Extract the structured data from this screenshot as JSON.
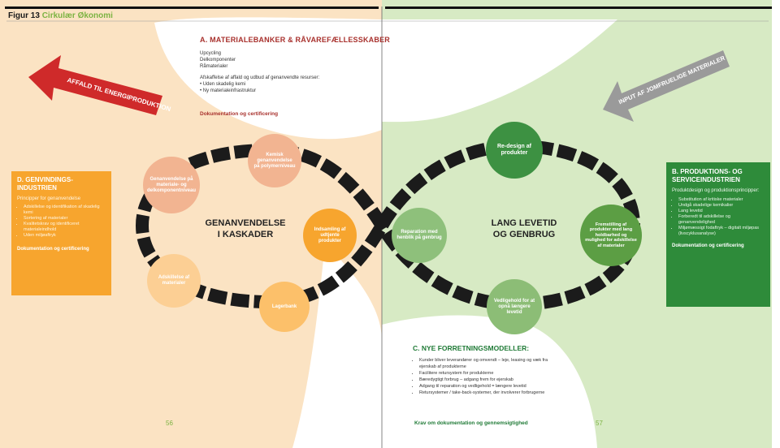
{
  "figure": {
    "label": "Figur 13",
    "title": "Cirkulær Økonomi"
  },
  "colors": {
    "left_bg": "#fbe3c3",
    "right_bg": "#d7eac4",
    "red_arrow": "#cf2a2a",
    "grey_arrow": "#9a9a9a",
    "orange_box": "#f7a52e",
    "green_box": "#2e8b3a",
    "dark_arrows": "#1b1b1b"
  },
  "section_a": {
    "heading": "A. MATERIALEBANKER & RÅVAREFÆLLESSKABER",
    "items": [
      "Upcycling",
      "Delkomponenter",
      "Råmaterialer"
    ],
    "avoid_text": "Afskaffelse af affald og udbud af genanvendte resurser:",
    "bullets": [
      "Uden skadelig kemi",
      "Ny materialeinfrastruktur"
    ],
    "doc": "Dokumentation og certificering"
  },
  "arrows": {
    "left": "AFFALD TIL ENERGIPRODUKTION",
    "right": "INPUT AF JOMFRUELIGE MATERIALER"
  },
  "section_d": {
    "heading_lines": [
      "D. GENVINDINGS-",
      "INDUSTRIEN"
    ],
    "subtitle": "Principper for genanvendelse",
    "bullets": [
      "Adskillelse og identifikation af skadelig kemi",
      "Sortering af materialer",
      "Kvalitetskrav og identificeret materialeindhold",
      "Uden miljøaftryk"
    ],
    "doc": "Dokumentation og certificering"
  },
  "section_b": {
    "heading_lines": [
      "B. PRODUKTIONS- OG",
      "SERVICEINDUSTRIEN"
    ],
    "subtitle": "Produktdesign og produktionsprincipper:",
    "bullets": [
      "Substitution af kritiske materialer",
      "Undgå skadelige kemikalier",
      "Lang levetid",
      "Forberedt til adskillelse og genanvendelighed",
      "Miljømæssigt fodaftryk – digitalt miljøpas (livscyklusanalyse)"
    ],
    "doc": "Dokumentation og certificering"
  },
  "section_c": {
    "heading": "C. NYE FORRETNINGSMODELLER:",
    "bullets": [
      "Kunder bliver leverandører og omvendt – leje, leasing og væk fra ejerskab af produkterne",
      "Facilitere retursystem for produkterne",
      "Bæredygtigt forbrug – adgang frem for ejerskab",
      "Adgang til reparation og vedligehold = længere levetid",
      "Retursystemer / take-back-systemer, der involverer forbrugerne"
    ],
    "doc": "Krav om dokumentation og gennemsigtighed"
  },
  "left_loop": {
    "center": [
      "GENANVENDELSE",
      "I KASKADER"
    ],
    "nodes": [
      "Kemisk genanvendelse på polymerniveau",
      "Genanvendelse på materiale- og delkomponentniveau",
      "Indsamling af udtjente produkter",
      "Adskillelse af materialer",
      "Lagerbank"
    ]
  },
  "right_loop": {
    "center": [
      "LANG LEVETID",
      "OG GENBRUG"
    ],
    "nodes": [
      "Re-design af produkter",
      "Reparation med henblik på genbrug",
      "Fremstilling af produkter med lang holdbarhed og mulighed for adskillelse af materialer",
      "Vedligehold for at opnå længere levetid"
    ]
  },
  "pages": {
    "left": "56",
    "right": "57"
  }
}
